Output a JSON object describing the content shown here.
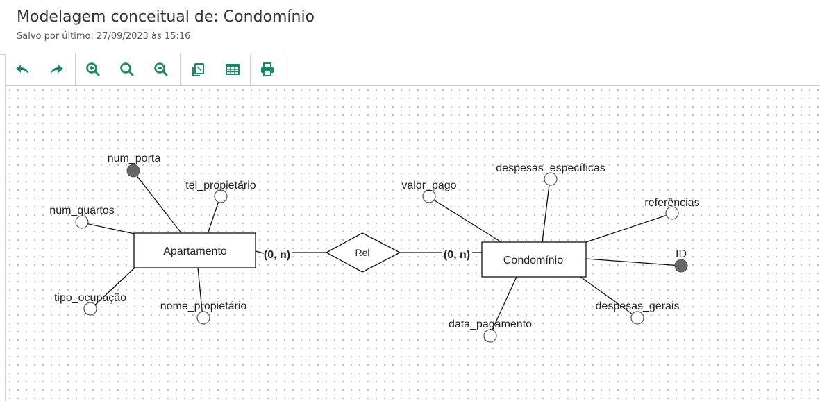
{
  "header": {
    "title": "Modelagem conceitual de: Condomínio",
    "saved": "Salvo por último: 27/09/2023 às 15:16"
  },
  "toolbar": {
    "accent": "#1a8a6a",
    "buttons": [
      {
        "name": "undo",
        "icon": "undo-icon"
      },
      {
        "name": "redo",
        "icon": "redo-icon"
      },
      {
        "name": "zoom-in",
        "icon": "zoom-in-icon"
      },
      {
        "name": "zoom-reset",
        "icon": "search-icon"
      },
      {
        "name": "zoom-out",
        "icon": "zoom-out-icon"
      },
      {
        "name": "copy",
        "icon": "copy-icon"
      },
      {
        "name": "table",
        "icon": "table-icon"
      },
      {
        "name": "print",
        "icon": "print-icon"
      }
    ]
  },
  "diagram": {
    "entities": [
      {
        "id": "apartamento",
        "label": "Apartamento"
      },
      {
        "id": "condominio",
        "label": "Condomínio"
      }
    ],
    "relationship": {
      "label": "Rel"
    },
    "cardinalities": {
      "left": "(0, n)",
      "right": "(0, n)"
    },
    "attributes": {
      "num_porta": {
        "label": "num_porta",
        "key": true
      },
      "tel_propietario": {
        "label": "tel_propietário",
        "key": false
      },
      "num_quartos": {
        "label": "num_quartos",
        "key": false
      },
      "tipo_ocupacao": {
        "label": "tipo_ocupação",
        "key": false
      },
      "nome_propietario": {
        "label": "nome_propietário",
        "key": false
      },
      "valor_pago": {
        "label": "valor_pago",
        "key": false
      },
      "despesas_especificas": {
        "label": "despesas_específicas",
        "key": false
      },
      "referencias": {
        "label": "referências",
        "key": false
      },
      "id": {
        "label": "ID",
        "key": true
      },
      "despesas_gerais": {
        "label": "despesas_gerais",
        "key": false
      },
      "data_pagamento": {
        "label": "data_pagamento",
        "key": false
      }
    }
  }
}
